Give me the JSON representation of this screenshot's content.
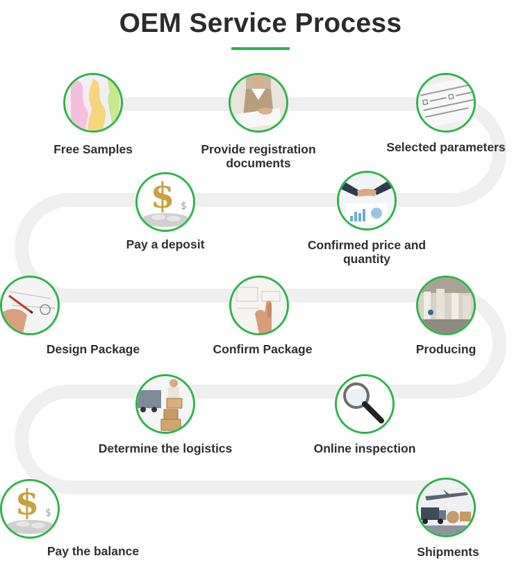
{
  "title": "OEM Service Process",
  "accent_color": "#2db34a",
  "steps": [
    {
      "label": "Free Samples",
      "icon": "samples-icon"
    },
    {
      "label": "Provide registration documents",
      "icon": "documents-icon"
    },
    {
      "label": "Selected parameters",
      "icon": "parameters-icon"
    },
    {
      "label": "Confirmed price and quantity",
      "icon": "handshake-icon"
    },
    {
      "label": "Pay a deposit",
      "icon": "dollar-icon"
    },
    {
      "label": "Design Package",
      "icon": "design-icon"
    },
    {
      "label": "Confirm Package",
      "icon": "confirm-icon"
    },
    {
      "label": "Producing",
      "icon": "factory-icon"
    },
    {
      "label": "Online inspection",
      "icon": "magnifier-icon"
    },
    {
      "label": "Determine the logistics",
      "icon": "logistics-icon"
    },
    {
      "label": "Pay the balance",
      "icon": "dollar-icon"
    },
    {
      "label": "Shipments",
      "icon": "shipment-icon"
    }
  ]
}
